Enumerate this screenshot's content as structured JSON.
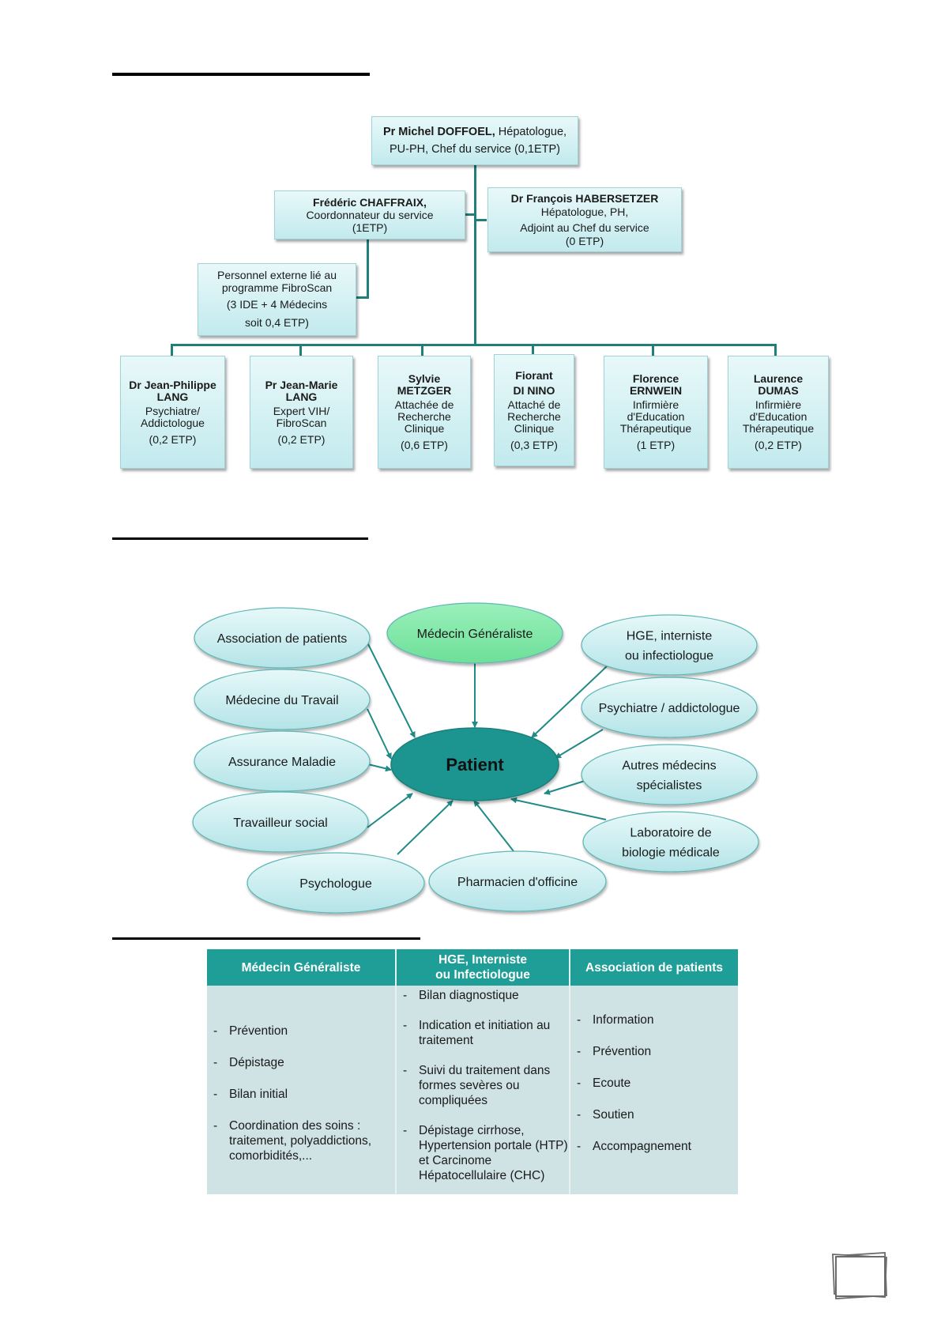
{
  "org_chart": {
    "head": {
      "name": "Pr Michel DOFFOEL,",
      "role": " Hépatologue,",
      "line2": "PU-PH, Chef du service (0,1ETP)"
    },
    "coordinator": {
      "name": "Frédéric CHAFFRAIX,",
      "role": "Coordonnateur du service",
      "etp": "(1ETP)"
    },
    "deputy": {
      "name": "Dr François HABERSETZER",
      "role": "Hépatologue, PH,",
      "role2": "Adjoint au Chef du service",
      "etp": "(0 ETP)"
    },
    "external": {
      "line1": "Personnel externe lié au",
      "line2": "programme FibroScan",
      "line3": "(3 IDE + 4 Médecins",
      "line4": "soit 0,4 ETP)"
    },
    "staff": [
      {
        "name1": "Dr Jean-Philippe",
        "name2": "LANG",
        "role": [
          "Psychiatre/",
          "Addictologue"
        ],
        "etp": "(0,2 ETP)"
      },
      {
        "name1": "Pr Jean-Marie",
        "name2": "LANG",
        "role": [
          "Expert VIH/",
          "FibroScan"
        ],
        "etp": "(0,2 ETP)"
      },
      {
        "name1": "Sylvie",
        "name2": "METZGER",
        "role": [
          "Attachée de",
          "Recherche",
          "Clinique"
        ],
        "etp": "(0,6 ETP)"
      },
      {
        "name1": "Fiorant",
        "name2": "DI NINO",
        "role": [
          "Attaché de",
          "Recherche",
          "Clinique"
        ],
        "etp": "(0,3 ETP)"
      },
      {
        "name1": "Florence",
        "name2": "ERNWEIN",
        "role": [
          "Infirmière",
          "d'Education",
          "Thérapeutique"
        ],
        "etp": "(1 ETP)"
      },
      {
        "name1": "Laurence",
        "name2": "DUMAS",
        "role": [
          "Infirmière",
          "d'Education",
          "Thérapeutique"
        ],
        "etp": "(0,2 ETP)"
      }
    ]
  },
  "network": {
    "center": "Patient",
    "nodes": [
      {
        "id": "association",
        "lines": [
          "Association de patients"
        ],
        "highlight": false
      },
      {
        "id": "generaliste",
        "lines": [
          "Médecin Généraliste"
        ],
        "highlight": true
      },
      {
        "id": "hge",
        "lines": [
          "HGE, interniste",
          "ou infectiologue"
        ],
        "highlight": false
      },
      {
        "id": "medecine-travail",
        "lines": [
          "Médecine du Travail"
        ],
        "highlight": false
      },
      {
        "id": "psychiatre",
        "lines": [
          "Psychiatre / addictologue"
        ],
        "highlight": false
      },
      {
        "id": "assurance",
        "lines": [
          "Assurance Maladie"
        ],
        "highlight": false
      },
      {
        "id": "autres",
        "lines": [
          "Autres médecins",
          "spécialistes"
        ],
        "highlight": false
      },
      {
        "id": "travailleur",
        "lines": [
          "Travailleur social"
        ],
        "highlight": false
      },
      {
        "id": "laboratoire",
        "lines": [
          "Laboratoire de",
          "biologie médicale"
        ],
        "highlight": false
      },
      {
        "id": "psychologue",
        "lines": [
          "Psychologue"
        ],
        "highlight": false
      },
      {
        "id": "pharmacien",
        "lines": [
          "Pharmacien d'officine"
        ],
        "highlight": false
      }
    ],
    "colors": {
      "center": "#1f9590",
      "node": "#c6ecef",
      "highlight": "#7fe7a6",
      "edge": "#1f8a86"
    }
  },
  "roles_table": {
    "headers": [
      "Médecin Généraliste",
      "HGE, Interniste\nou Infectiologue",
      "Association de patients"
    ],
    "header_lines": [
      [
        "Médecin Généraliste"
      ],
      [
        "HGE, Interniste",
        "ou Infectiologue"
      ],
      [
        "Association de patients"
      ]
    ],
    "columns": [
      [
        "Prévention",
        "Dépistage",
        "Bilan initial",
        "Coordination des soins : traitement, polyaddictions, comorbidités,..."
      ],
      [
        "Bilan diagnostique",
        "Indication et initiation au traitement",
        "Suivi du traitement dans formes sevères ou compliquées",
        "Dépistage cirrhose, Hypertension portale (HTP) et Carcinome Hépatocellulaire (CHC)"
      ],
      [
        "Information",
        "Prévention",
        "Ecoute",
        "Soutien",
        "Accompagnement"
      ]
    ]
  }
}
